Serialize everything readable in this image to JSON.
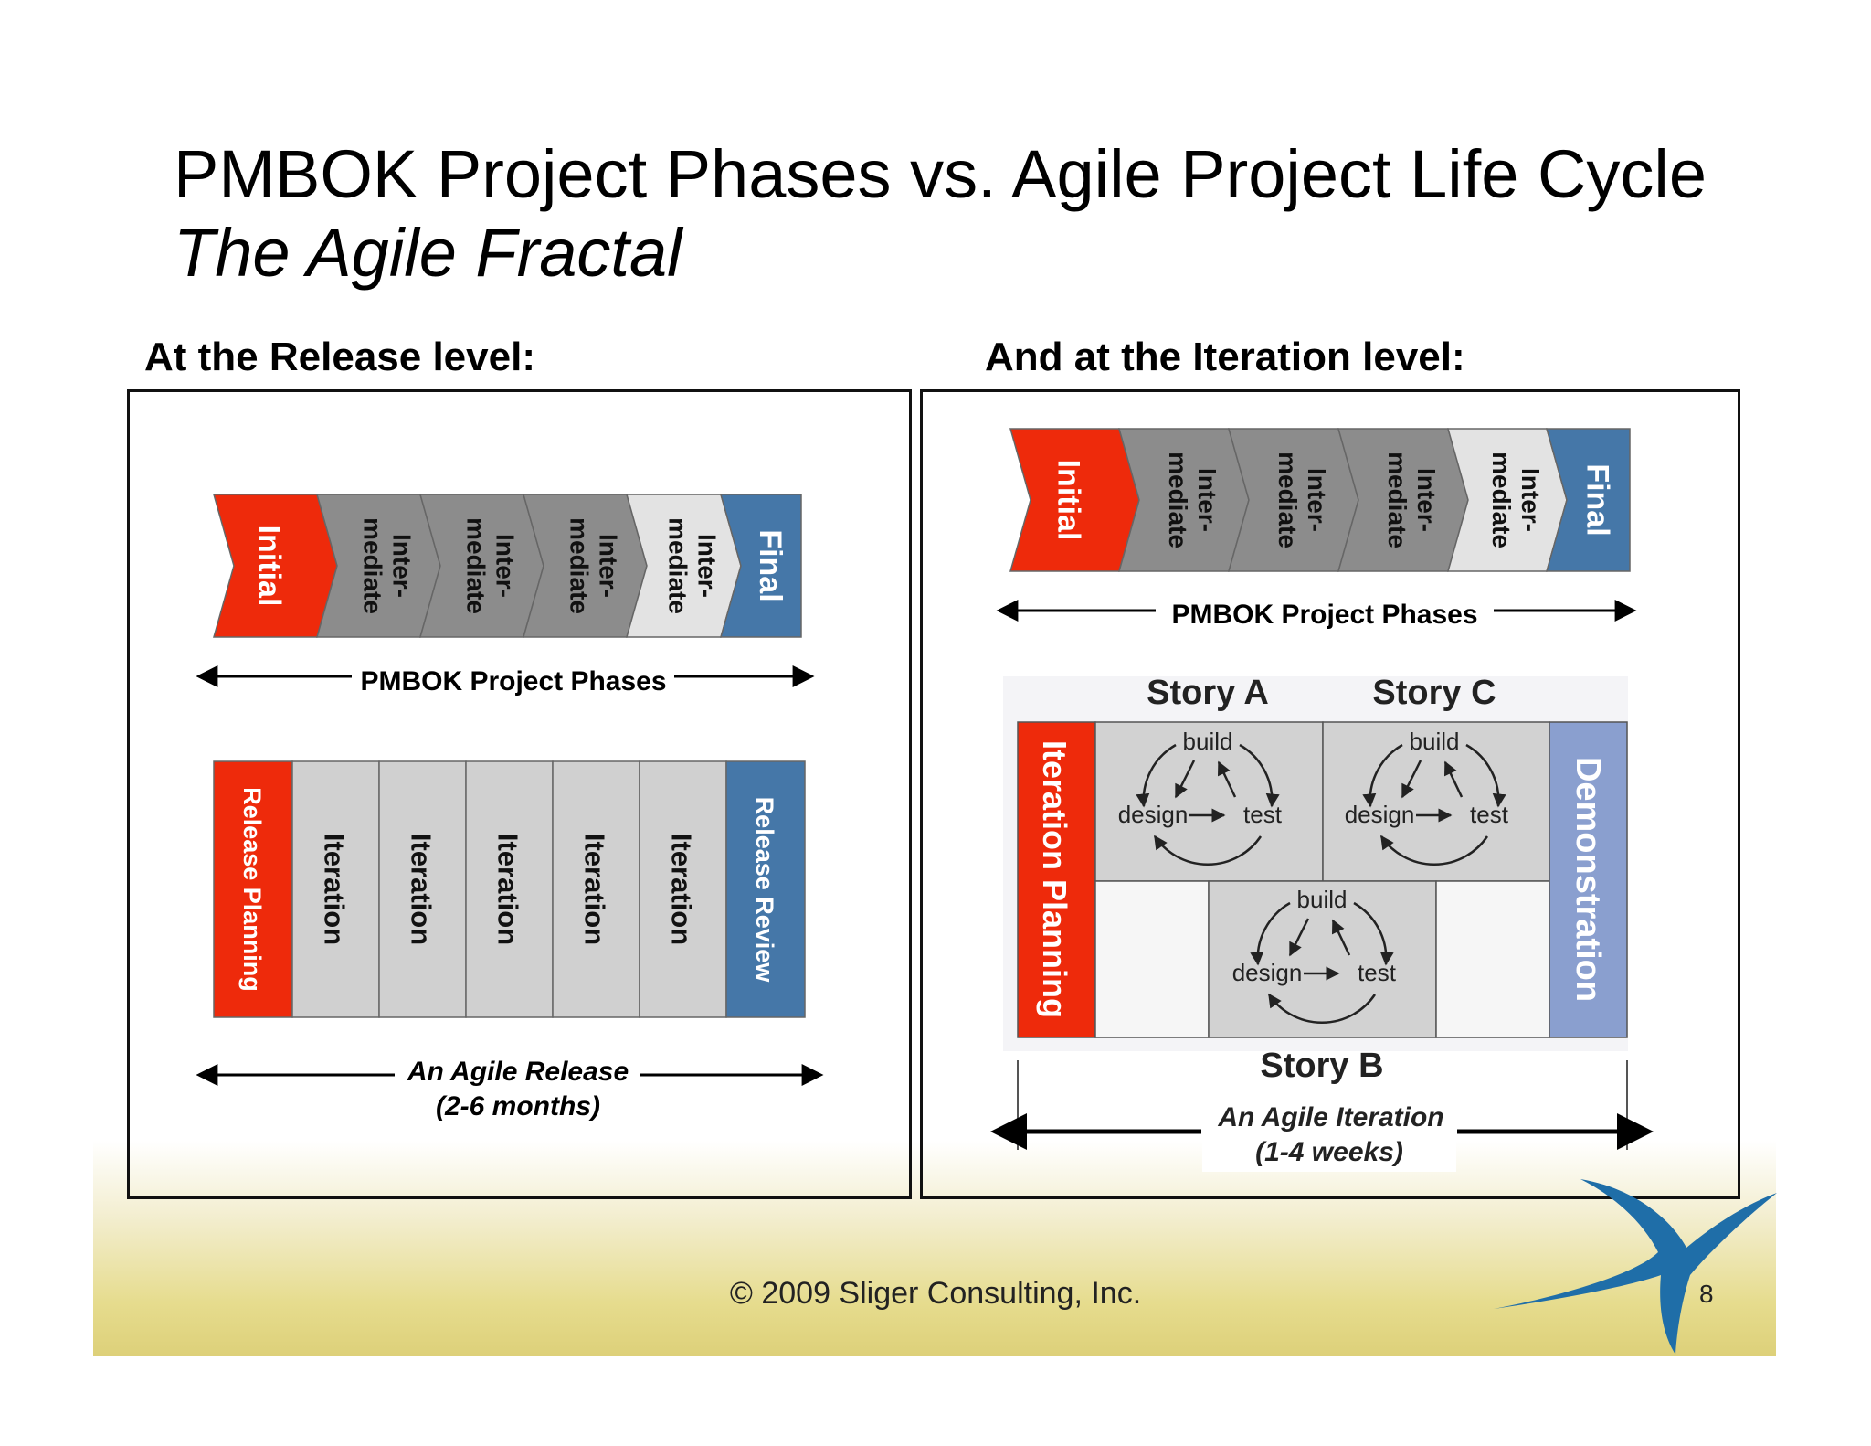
{
  "slide": {
    "title": "PMBOK Project Phases vs. Agile Project Life Cycle",
    "subtitle": "The Agile Fractal",
    "footer": "© 2009 Sliger Consulting, Inc.",
    "page_number": "8"
  },
  "release_section": {
    "heading": "At the Release level:",
    "phases": [
      {
        "label": "Initial",
        "color": "#ee2a0b"
      },
      {
        "label": [
          "Inter-",
          "mediate"
        ],
        "color": "#8c8c8c"
      },
      {
        "label": [
          "Inter-",
          "mediate"
        ],
        "color": "#8c8c8c"
      },
      {
        "label": [
          "Inter-",
          "mediate"
        ],
        "color": "#8c8c8c"
      },
      {
        "label": [
          "Inter-",
          "mediate"
        ],
        "color": "#e3e3e3"
      },
      {
        "label": "Final",
        "color": "#4577a8"
      }
    ],
    "phases_caption": "PMBOK Project Phases",
    "release_blocks": {
      "start": "Release Planning",
      "iterations": [
        "Iteration",
        "Iteration",
        "Iteration",
        "Iteration",
        "Iteration"
      ],
      "end": "Release Review"
    },
    "release_caption": [
      "An Agile Release",
      "(2-6 months)"
    ]
  },
  "iteration_section": {
    "heading": "And at the Iteration level:",
    "phases": [
      {
        "label": "Initial",
        "color": "#ee2a0b"
      },
      {
        "label": [
          "Inter-",
          "mediate"
        ],
        "color": "#8c8c8c"
      },
      {
        "label": [
          "Inter-",
          "mediate"
        ],
        "color": "#8c8c8c"
      },
      {
        "label": [
          "Inter-",
          "mediate"
        ],
        "color": "#8c8c8c"
      },
      {
        "label": [
          "Inter-",
          "mediate"
        ],
        "color": "#e3e3e3"
      },
      {
        "label": "Final",
        "color": "#4577a8"
      }
    ],
    "phases_caption": "PMBOK Project Phases",
    "iteration_planning": "Iteration Planning",
    "demonstration": "Demonstration",
    "stories": [
      {
        "name": "Story A",
        "cycle": [
          "build",
          "design",
          "test"
        ]
      },
      {
        "name": "Story C",
        "cycle": [
          "build",
          "design",
          "test"
        ]
      },
      {
        "name": "Story B",
        "cycle": [
          "build",
          "design",
          "test"
        ]
      }
    ],
    "iteration_caption": [
      "An Agile Iteration",
      "(1-4 weeks)"
    ]
  },
  "colors": {
    "red": "#ee2a0b",
    "gray": "#8c8c8c",
    "light_gray": "#e3e3e3",
    "blue": "#4577a8",
    "story_bg": "#d2d2d2",
    "demo_blue": "#8a9fcf"
  }
}
